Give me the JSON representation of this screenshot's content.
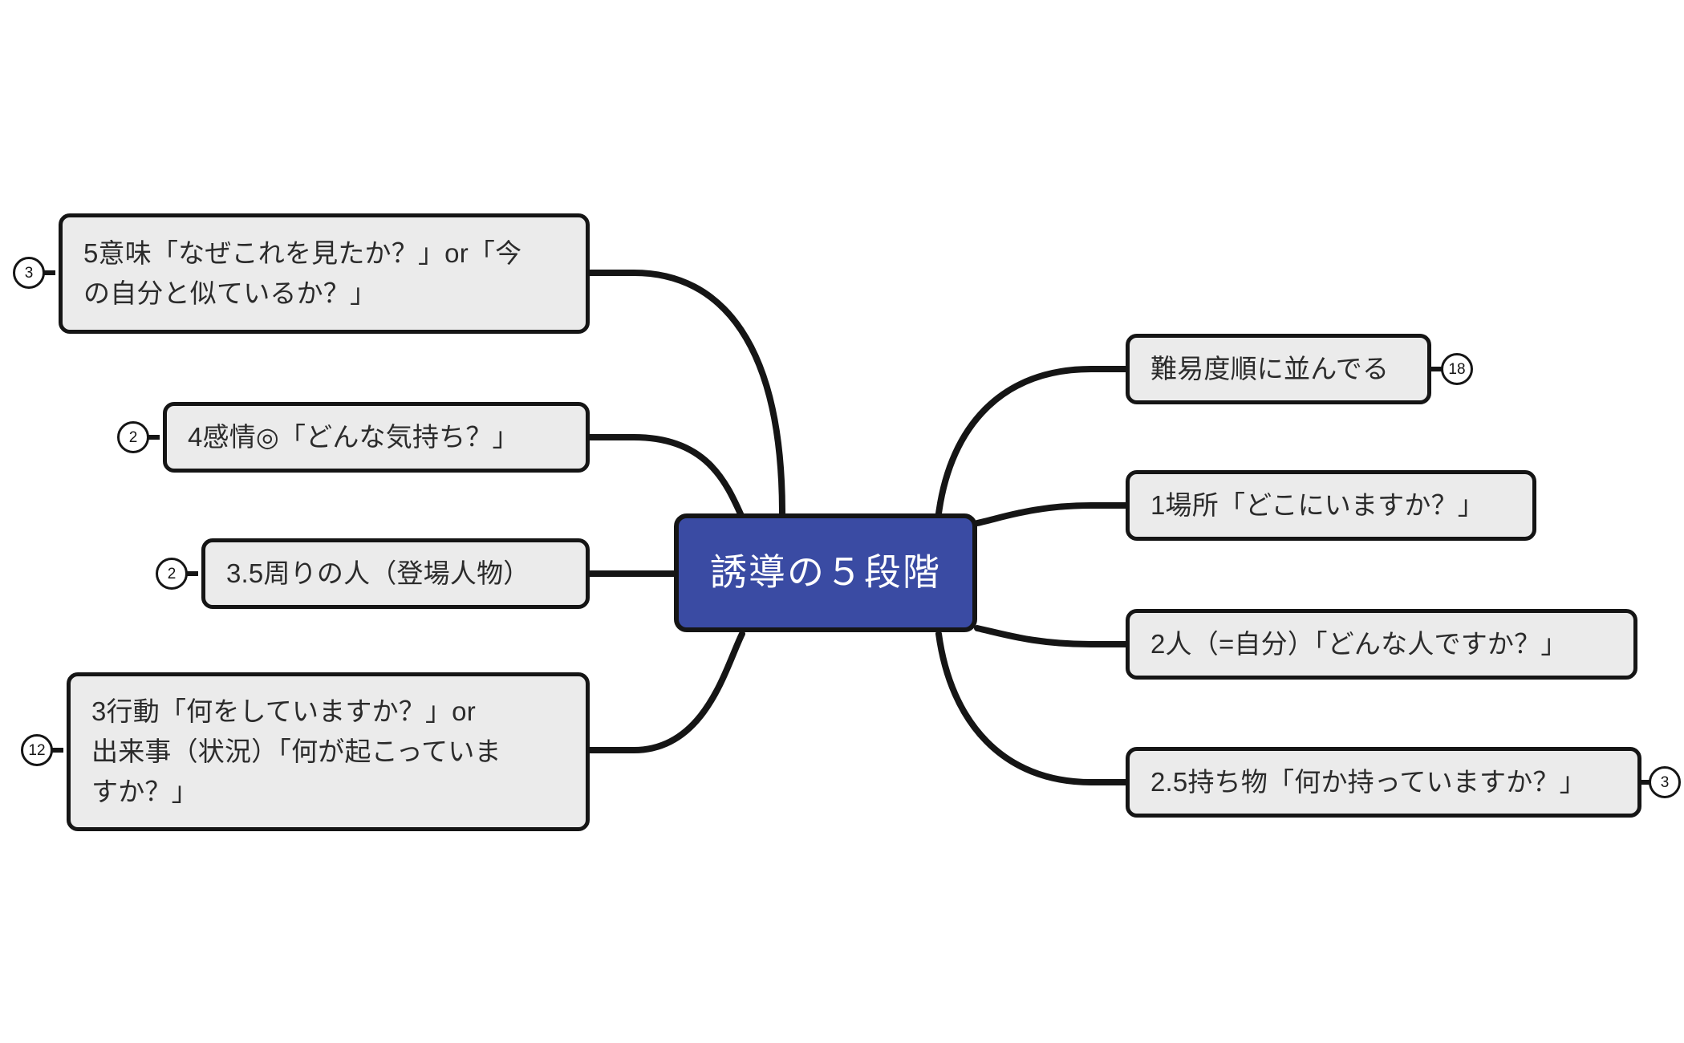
{
  "diagram": {
    "type": "mindmap",
    "title": "誘導の５段階",
    "background_color": "#ffffff",
    "central_node": {
      "label": "誘導の５段階",
      "fill_color": "#3a4ba3",
      "text_color": "#ffffff",
      "border_color": "#151515"
    },
    "branch_style": {
      "fill_color": "#ebebeb",
      "text_color": "#2b2b2b",
      "border_color": "#151515",
      "connector_color": "#151515"
    },
    "left_branches": [
      {
        "id": "meaning",
        "label": "5意味「なぜこれを見たか？」or「今\nの自分と似ているか？」",
        "badge": "3",
        "badge_side": "left"
      },
      {
        "id": "emotion",
        "label": "4感情◎「どんな気持ち？」",
        "badge": "2",
        "badge_side": "left"
      },
      {
        "id": "surrounding-people",
        "label": "3.5周りの人（登場人物）",
        "badge": "2",
        "badge_side": "left"
      },
      {
        "id": "action",
        "label": "3行動「何をしていますか？」or\n出来事（状況）「何が起こっていま\nすか？」",
        "badge": "12",
        "badge_side": "left"
      }
    ],
    "right_branches": [
      {
        "id": "difficulty-order",
        "label": "難易度順に並んでる",
        "badge": "18",
        "badge_side": "right"
      },
      {
        "id": "place",
        "label": "1場所「どこにいますか？」",
        "badge": null,
        "badge_side": null
      },
      {
        "id": "person",
        "label": "2人（=自分）「どんな人ですか？」",
        "badge": null,
        "badge_side": null
      },
      {
        "id": "belongings",
        "label": "2.5持ち物「何か持っていますか？」",
        "badge": "3",
        "badge_side": "right"
      }
    ]
  }
}
